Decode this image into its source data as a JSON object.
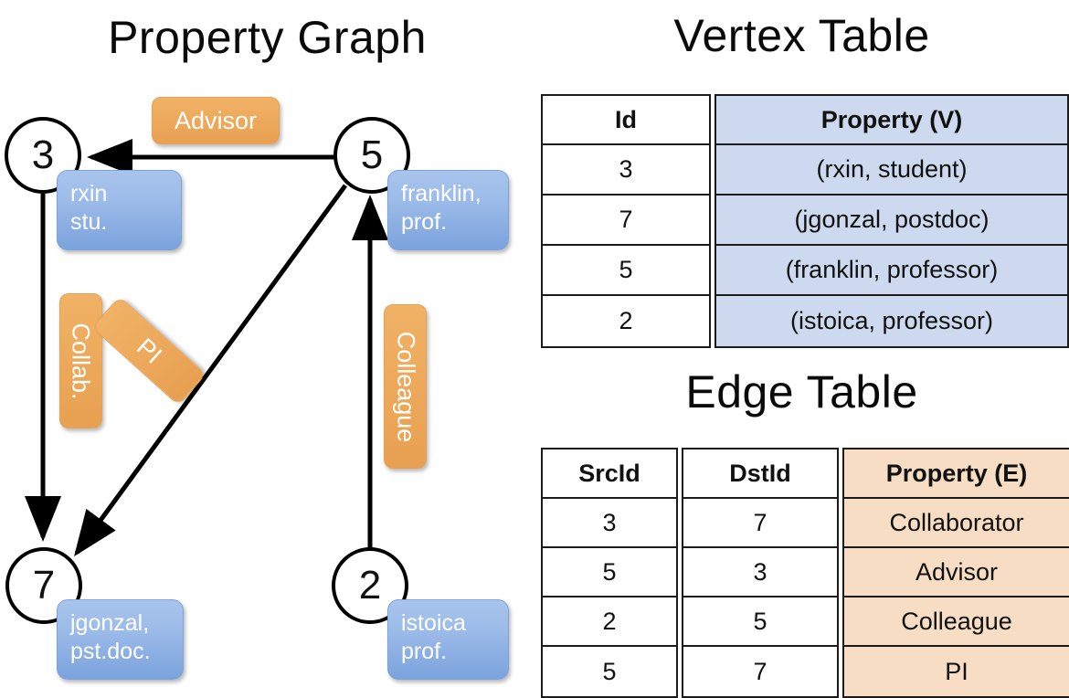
{
  "titles": {
    "graph": "Property Graph",
    "vertex_table": "Vertex Table",
    "edge_table": "Edge Table"
  },
  "colors": {
    "vertex_property_fill": "#ccd9ee",
    "edge_property_fill": "#f6ddc3",
    "vertex_box_fill": "#9dbce9",
    "edge_label_fill": "#eeab5d",
    "stroke": "#000000"
  },
  "graph": {
    "nodes": [
      {
        "id": "3",
        "label": "3",
        "property": "rxin\nstu."
      },
      {
        "id": "5",
        "label": "5",
        "property": "franklin,\nprof."
      },
      {
        "id": "7",
        "label": "7",
        "property": "jgonzal,\npst.doc."
      },
      {
        "id": "2",
        "label": "2",
        "property": "istoica\nprof."
      }
    ],
    "edges": [
      {
        "src": "5",
        "dst": "3",
        "label": "Advisor",
        "orientation": "horizontal"
      },
      {
        "src": "3",
        "dst": "7",
        "label": "Collab.",
        "orientation": "vertical"
      },
      {
        "src": "5",
        "dst": "7",
        "label": "PI",
        "orientation": "diagonal"
      },
      {
        "src": "2",
        "dst": "5",
        "label": "Colleague",
        "orientation": "vertical"
      }
    ]
  },
  "vertex_table": {
    "headers": [
      "Id",
      "Property (V)"
    ],
    "rows": [
      [
        "3",
        "(rxin, student)"
      ],
      [
        "7",
        "(jgonzal, postdoc)"
      ],
      [
        "5",
        "(franklin, professor)"
      ],
      [
        "2",
        "(istoica, professor)"
      ]
    ]
  },
  "edge_table": {
    "headers": [
      "SrcId",
      "DstId",
      "Property (E)"
    ],
    "rows": [
      [
        "3",
        "7",
        "Collaborator"
      ],
      [
        "5",
        "3",
        "Advisor"
      ],
      [
        "2",
        "5",
        "Colleague"
      ],
      [
        "5",
        "7",
        "PI"
      ]
    ]
  }
}
